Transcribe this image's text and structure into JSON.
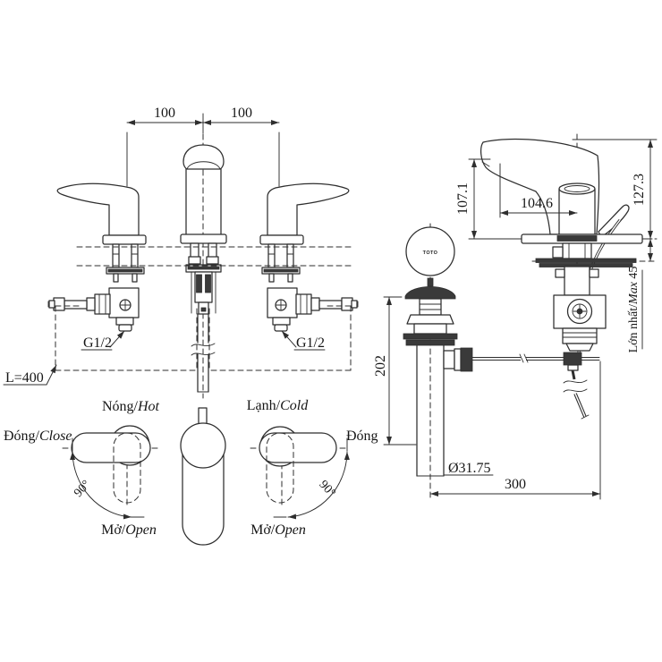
{
  "front": {
    "dim_left": "100",
    "dim_right": "100",
    "g12_left": "G1/2",
    "g12_right": "G1/2",
    "hose_length": "L=400"
  },
  "side": {
    "spout_height": "107.1",
    "spout_reach": "104.6",
    "total_height": "127.3",
    "max_label_vi": "Lớn nhất/",
    "max_label_en": "Max",
    "max_value": " 45",
    "drain_depth": "202",
    "pipe_diameter": "Ø31.75",
    "rod_reach": "300",
    "logo": "TOTO"
  },
  "diagrams": {
    "hot": {
      "top_vi": "Nóng/",
      "top_en": "Hot",
      "side_vi": "Đóng/",
      "side_en": "Close",
      "bottom_vi": "Mở/",
      "bottom_en": "Open",
      "angle": "90°"
    },
    "cold": {
      "top_vi": "Lạnh/",
      "top_en": "Cold",
      "side": "Đóng",
      "bottom_vi": "Mở/",
      "bottom_en": "Open",
      "angle": "90°"
    }
  },
  "colors": {
    "line": "#2e2e2e",
    "text": "#161616",
    "background": "#ffffff"
  }
}
